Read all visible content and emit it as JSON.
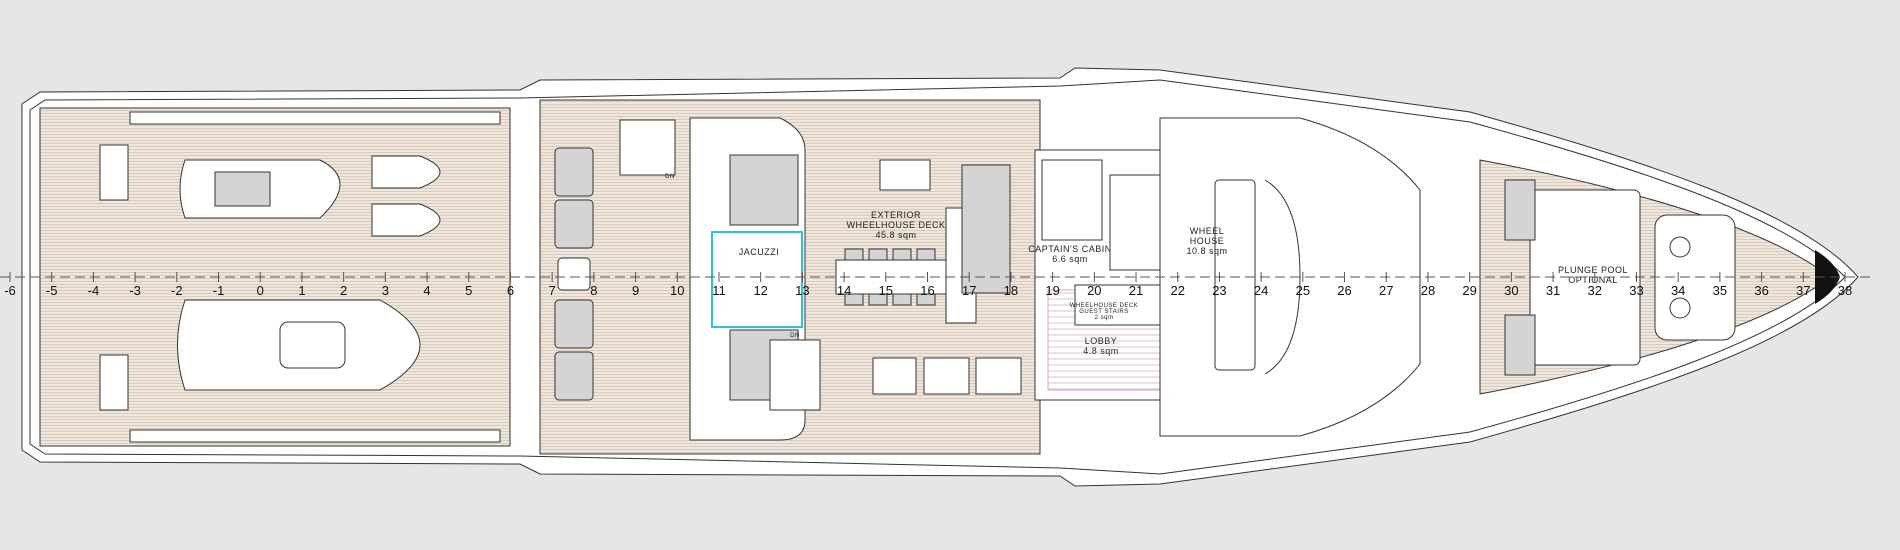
{
  "title": "Wheelhouse deck general arrangement plan",
  "colors": {
    "background": "#e6e6e6",
    "teak": "#efe6dc",
    "teak_line": "#c9b8a6",
    "jacuzzi": "#27c6d0",
    "lobby_line": "#d8a8a8"
  },
  "frames": [
    "-6",
    "-5",
    "-4",
    "-3",
    "-2",
    "-1",
    "0",
    "1",
    "2",
    "3",
    "4",
    "5",
    "6",
    "7",
    "8",
    "9",
    "10",
    "11",
    "12",
    "13",
    "14",
    "15",
    "16",
    "17",
    "18",
    "19",
    "20",
    "21",
    "22",
    "23",
    "24",
    "25",
    "26",
    "27",
    "28",
    "29",
    "30",
    "31",
    "32",
    "33",
    "34",
    "35",
    "36",
    "37",
    "38"
  ],
  "areas": {
    "exterior": {
      "name1": "EXTERIOR",
      "name2": "WHEELHOUSE DECK",
      "size": "45.8 sqm"
    },
    "jacuzzi": {
      "name": "JACUZZI"
    },
    "captain": {
      "name": "CAPTAIN'S CABIN",
      "size": "6.6 sqm"
    },
    "wheelhouse": {
      "name1": "WHEEL",
      "name2": "HOUSE",
      "size": "10.8 sqm"
    },
    "stairs": {
      "name1": "WHEELHOUSE DECK",
      "name2": "GUEST STAIRS",
      "size": "2 sqm"
    },
    "lobby": {
      "name": "LOBBY",
      "size": "4.8 sqm"
    },
    "pool": {
      "name1": "PLUNGE POOL",
      "name2": "OPTIONAL"
    }
  },
  "stair_marks": {
    "down1": "DN",
    "down2": "DN"
  }
}
